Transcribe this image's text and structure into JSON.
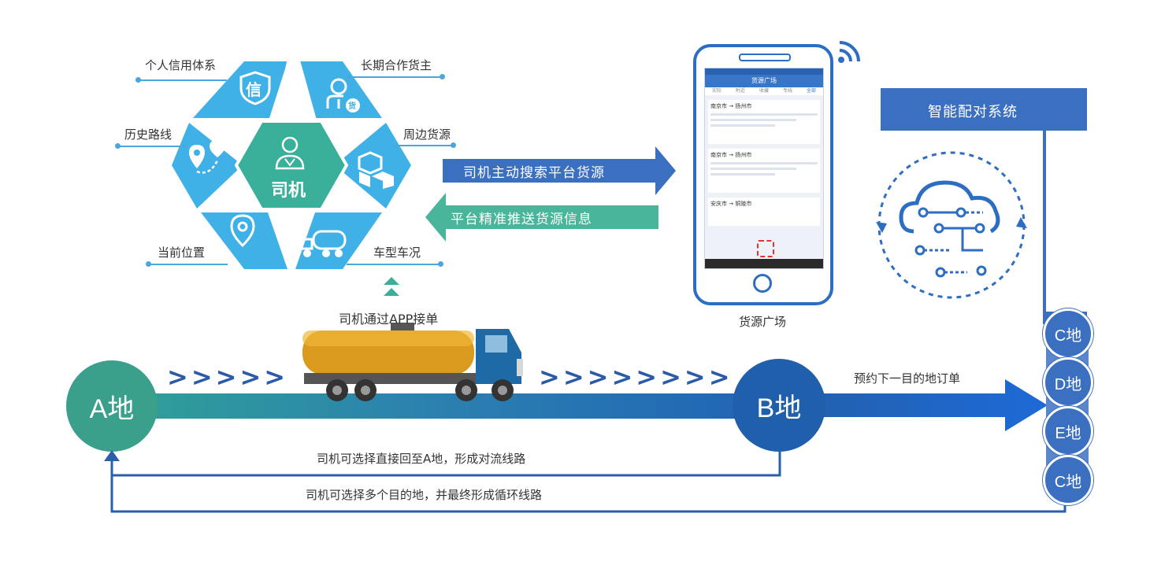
{
  "hexagon": {
    "center_label": "司机",
    "segments": [
      {
        "label": "个人信用体系",
        "icon": "credit-shield-icon"
      },
      {
        "label": "长期合作货主",
        "icon": "cargo-owner-icon"
      },
      {
        "label": "周边货源",
        "icon": "cargo-boxes-icon"
      },
      {
        "label": "车型车况",
        "icon": "tanker-truck-icon"
      },
      {
        "label": "当前位置",
        "icon": "location-pin-icon"
      },
      {
        "label": "历史路线",
        "icon": "route-icon"
      }
    ],
    "shield_char": "信",
    "badge_char": "货"
  },
  "arrows": {
    "search": "司机主动搜索平台货源",
    "push": "平台精准推送货源信息"
  },
  "phone": {
    "caption": "货源广场",
    "app_title": "货源广场",
    "tabs": [
      "实际",
      "附近",
      "收藏",
      "专线",
      "全部"
    ],
    "listings": [
      {
        "from": "南京市",
        "to": "扬州市"
      },
      {
        "from": "南京市",
        "to": "扬州市"
      },
      {
        "from": "安庆市",
        "to": "铜陵市"
      }
    ]
  },
  "system": {
    "label": "智能配对系统"
  },
  "route": {
    "app_order_label": "司机通过APP接单",
    "city_a": "A地",
    "city_b": "B地",
    "next_order_label": "预约下一目的地订单",
    "return_label": "司机可选择直接回至A地，形成对流线路",
    "loop_label": "司机可选择多个目的地，并最终形成循环线路",
    "chevrons_left": ">>>>>",
    "chevrons_right": ">>>>>>>>",
    "stack": [
      "C地",
      "D地",
      "E地",
      "C地"
    ]
  },
  "colors": {
    "hex_light": "#3fb1e6",
    "hex_center": "#3aaf9a",
    "blue_arrow": "#3b6fc0",
    "teal_arrow": "#49b59a",
    "city_a": "#3aa08c",
    "city_b": "#1f5fab"
  }
}
